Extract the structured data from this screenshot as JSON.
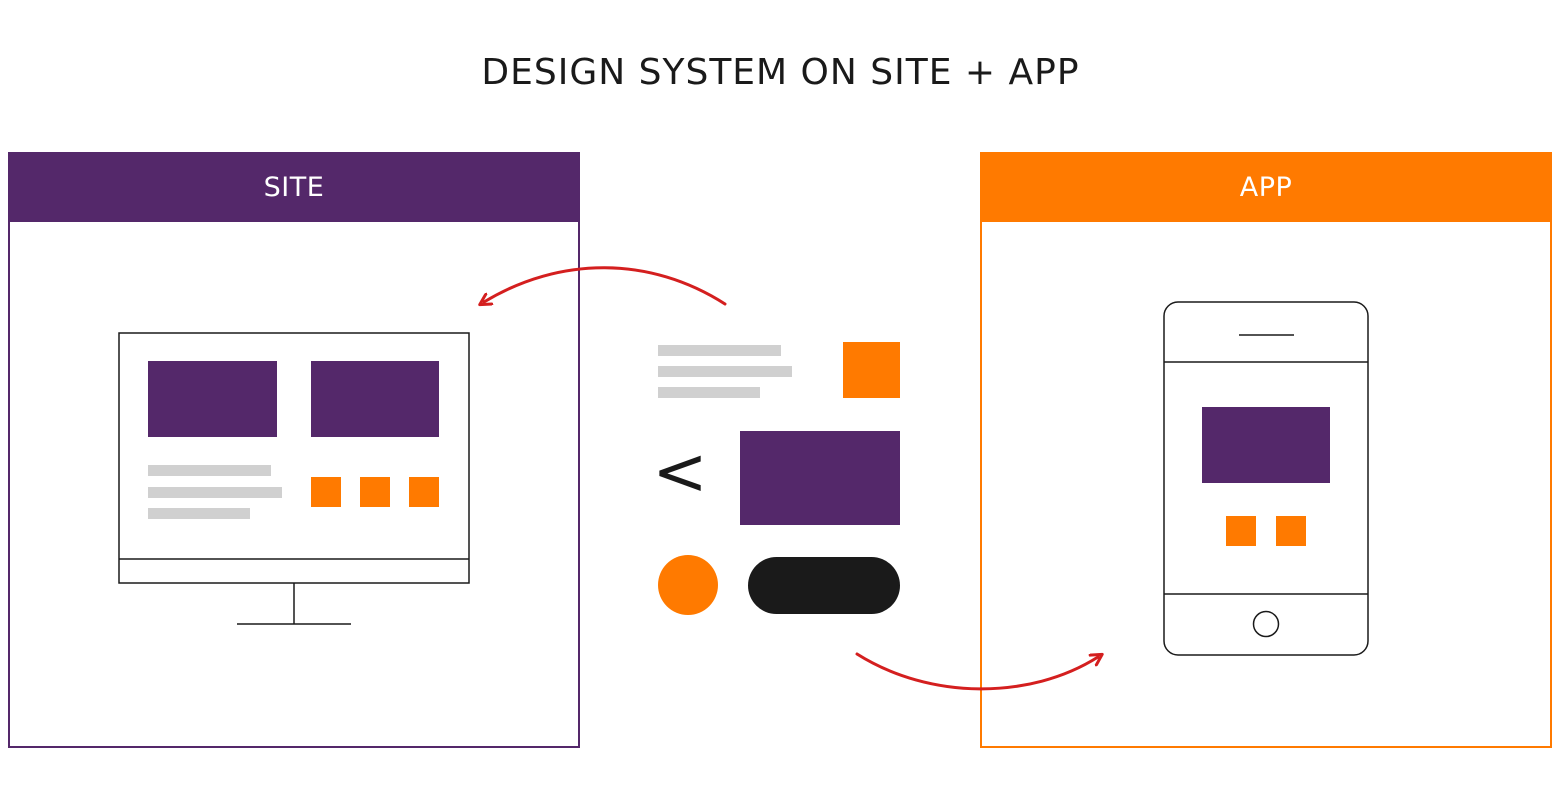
{
  "title": "DESIGN SYSTEM ON SITE + APP",
  "panels": {
    "site": {
      "label": "SITE"
    },
    "app": {
      "label": "APP"
    }
  },
  "components": {
    "chevron": "<"
  },
  "colors": {
    "purple": "#54286a",
    "orange": "#ff7a00",
    "gray": "#d0d0d0",
    "dark": "#1a1a1a",
    "arrow_red": "#d41f1f"
  }
}
